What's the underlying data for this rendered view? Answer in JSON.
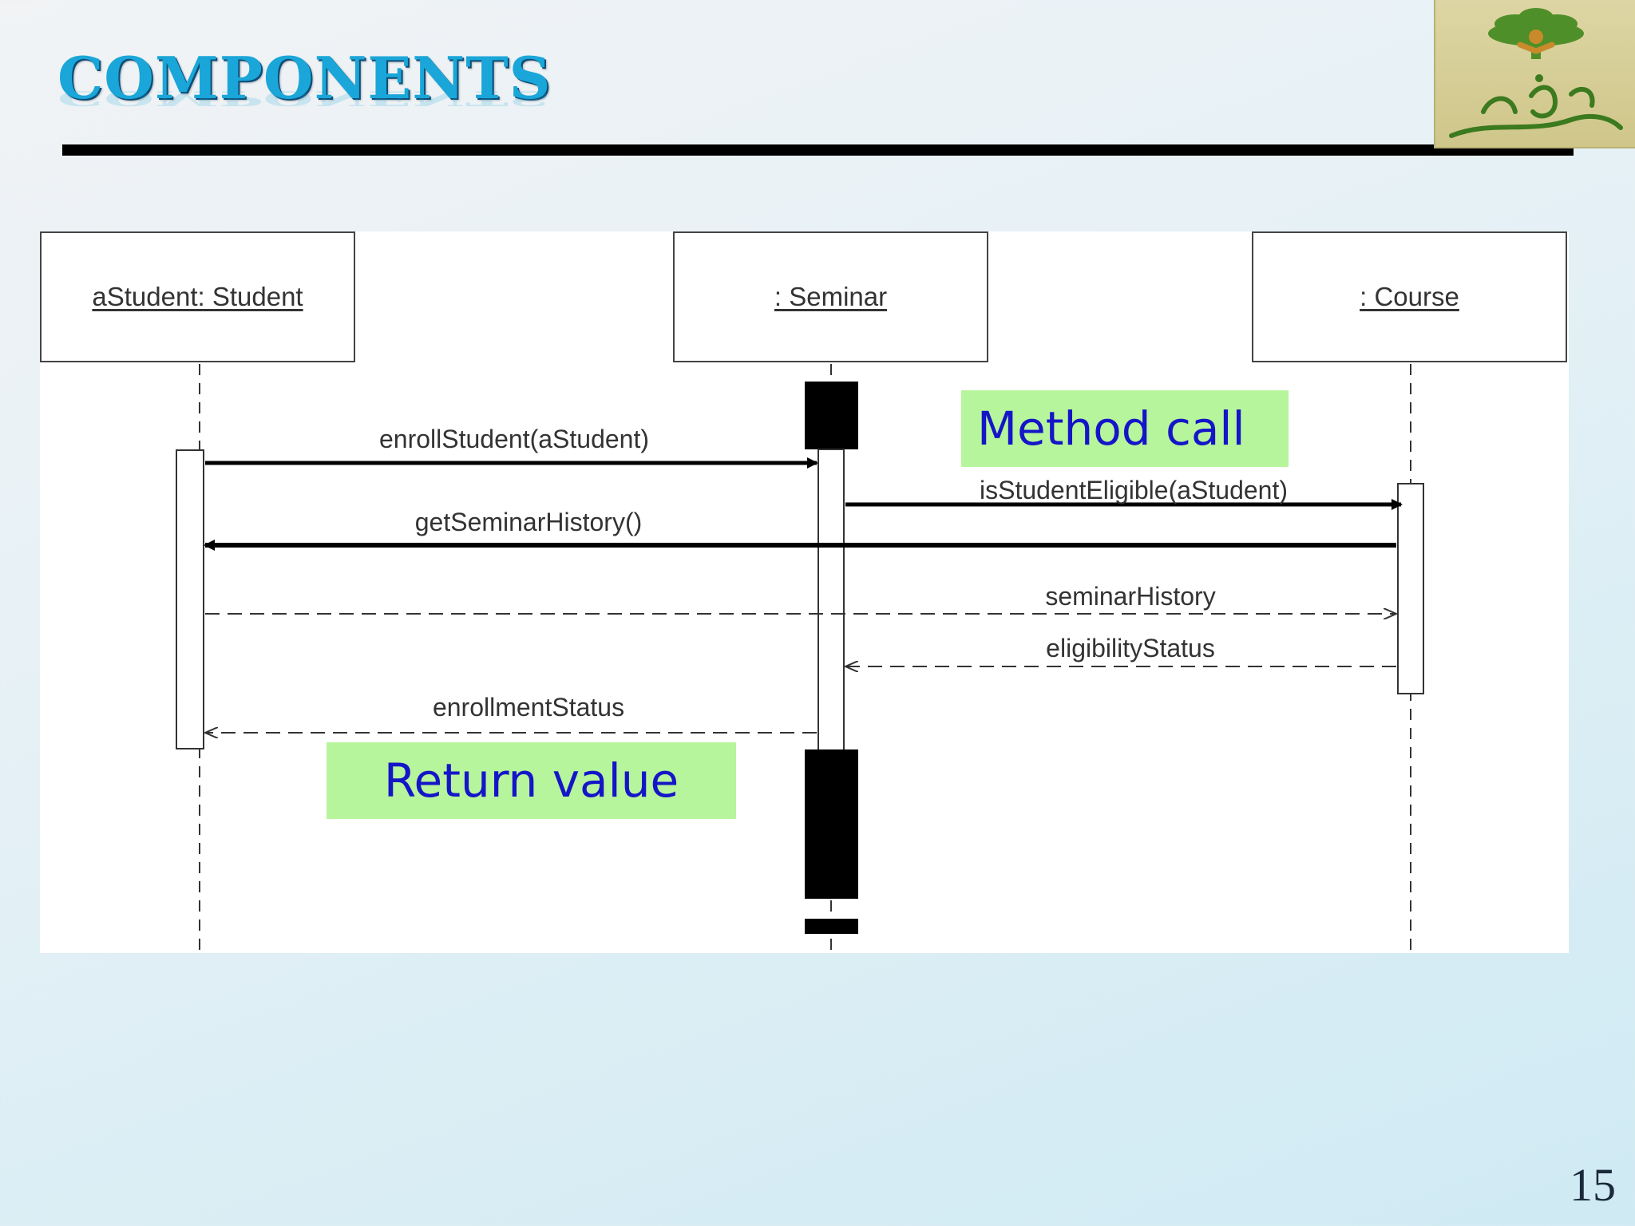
{
  "slide": {
    "title": "COMPONENTS",
    "page_number": "15",
    "colors": {
      "title": "#1aa6d8",
      "callout_bg": "#b6f59b",
      "callout_text": "#1515c8"
    }
  },
  "logo": {
    "icon": "tree-person-icon",
    "text": "نَقْدِر"
  },
  "diagram": {
    "lifelines": [
      {
        "id": "student",
        "label": "aStudent: Student"
      },
      {
        "id": "seminar",
        "label": ": Seminar"
      },
      {
        "id": "course",
        "label": ": Course"
      }
    ],
    "messages": [
      {
        "label": "enrollStudent(aStudent)",
        "from": "student",
        "to": "seminar",
        "kind": "call"
      },
      {
        "label": "isStudentEligible(aStudent)",
        "from": "seminar",
        "to": "course",
        "kind": "call"
      },
      {
        "label": "getSeminarHistory()",
        "from": "course",
        "to": "student",
        "kind": "call"
      },
      {
        "label": "seminarHistory",
        "from": "student",
        "to": "course",
        "kind": "return"
      },
      {
        "label": "eligibilityStatus",
        "from": "course",
        "to": "seminar",
        "kind": "return"
      },
      {
        "label": "enrollmentStatus",
        "from": "seminar",
        "to": "student",
        "kind": "return"
      }
    ],
    "callouts": {
      "method_call": "Method call",
      "return_value": "Return value"
    }
  }
}
